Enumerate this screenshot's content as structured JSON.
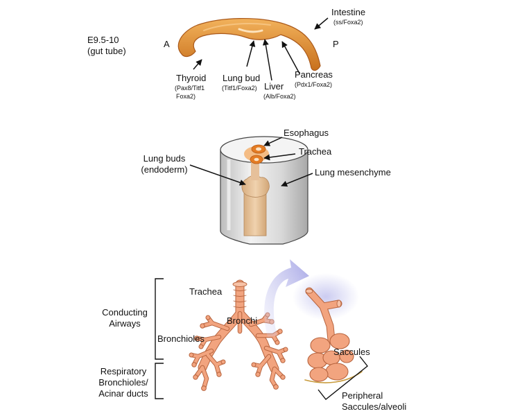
{
  "panel_top": {
    "stage_line1": "E9.5-10",
    "stage_line2": "(gut tube)",
    "anterior": "A",
    "posterior": "P",
    "intestine": {
      "name": "Intestine",
      "markers": "(ss/Foxa2)"
    },
    "thyroid": {
      "name": "Thyroid",
      "markers1": "(Pax8/Titf1",
      "markers2": "Foxa2)"
    },
    "lung_bud": {
      "name": "Lung bud",
      "markers": "(Titf1/Foxa2)"
    },
    "liver": {
      "name": "Liver",
      "markers": "(Alb/Foxa2)"
    },
    "pancreas": {
      "name": "Pancreas",
      "markers": "(Pdx1/Foxa2)"
    }
  },
  "panel_middle": {
    "esophagus": "Esophagus",
    "trachea": "Trachea",
    "lung_buds_line1": "Lung buds",
    "lung_buds_line2": "(endoderm)",
    "mesenchyme": "Lung mesenchyme"
  },
  "panel_bottom": {
    "trachea": "Trachea",
    "bronchi": "Bronchi",
    "bronchioles": "Bronchioles",
    "conducting_line1": "Conducting",
    "conducting_line2": "Airways",
    "respiratory_line1": "Respiratory",
    "respiratory_line2": "Bronchioles/",
    "respiratory_line3": "Acinar ducts",
    "saccules": "Saccules",
    "peripheral_line1": "Peripheral",
    "peripheral_line2": "Saccules/alveoli"
  },
  "colors": {
    "gut_tube": "#e08a2a",
    "airway": "#f0a27e",
    "mesenchyme": "#e2e2e2",
    "lung_bud": "#e5c29b",
    "highlight": "#c5c5ea"
  }
}
